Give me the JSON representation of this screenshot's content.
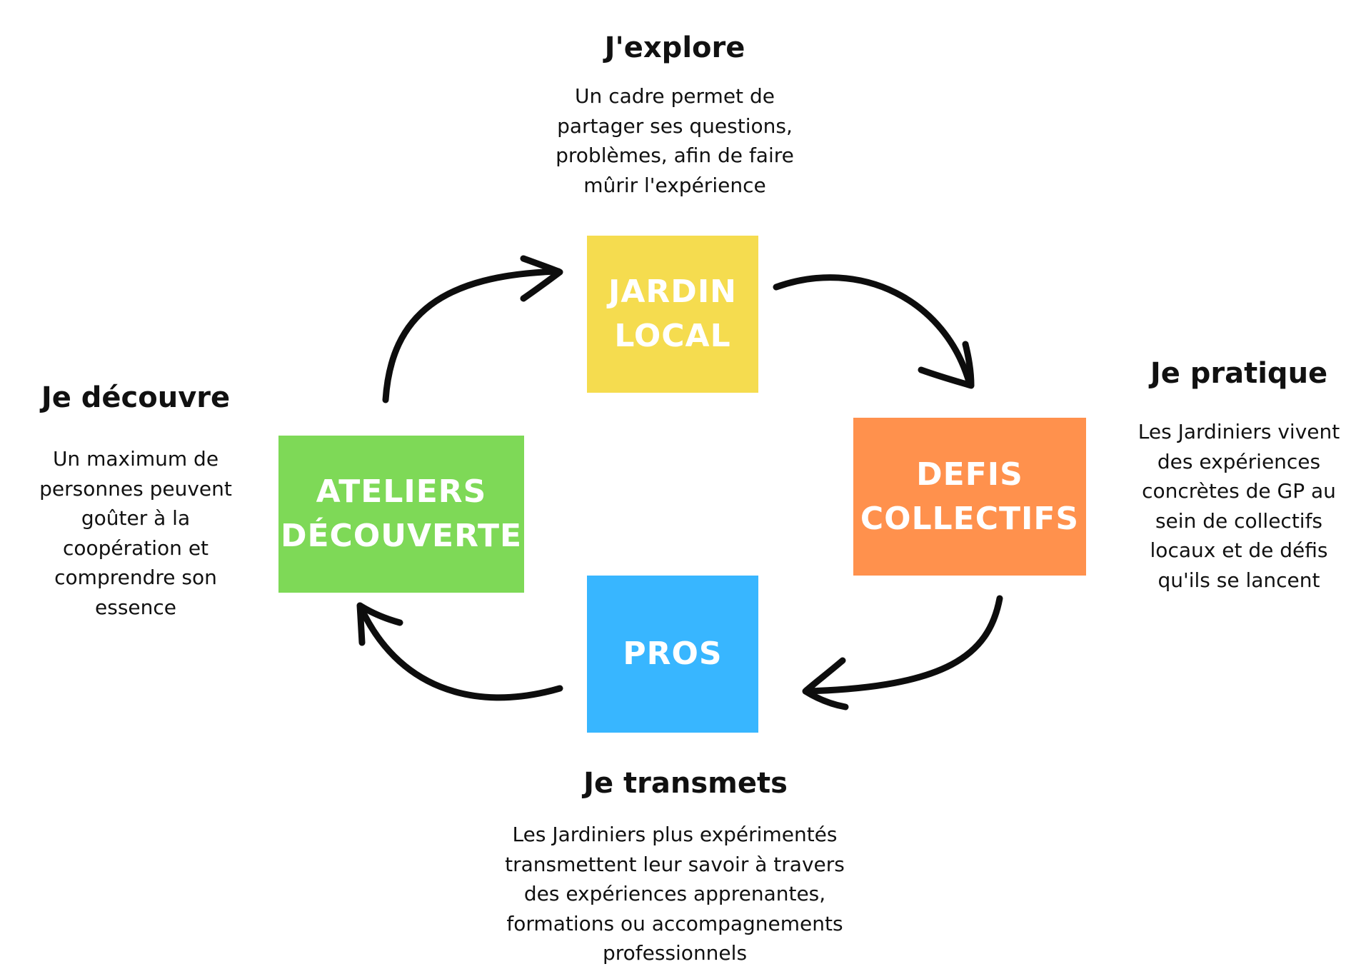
{
  "colors": {
    "jardin_local": "#F5DC4F",
    "defis_collectifs": "#FF914D",
    "pros": "#38B6FF",
    "ateliers_decouverte": "#7ED957",
    "arrow": "#0D0D0D"
  },
  "boxes": {
    "jardin_local": "JARDIN\nLOCAL",
    "defis_collectifs": "DEFIS\nCOLLECTIFS",
    "pros": "PROS",
    "ateliers_decouverte": "ATELIERS\nDÉCOUVERTE"
  },
  "stages": {
    "explore": {
      "title": "J'explore",
      "text": "Un cadre permet de\npartager ses questions,\nproblèmes, afin de faire\nmûrir l'expérience"
    },
    "pratique": {
      "title": "Je pratique",
      "text": "Les Jardiniers vivent\ndes expériences\nconcrètes de GP au\nsein de collectifs\nlocaux et de défis\nqu'ils se lancent"
    },
    "transmets": {
      "title": "Je transmets",
      "text": "Les Jardiniers plus expérimentés\ntransmettent leur savoir à travers\ndes expériences apprenantes,\nformations ou accompagnements\nprofessionnels"
    },
    "decouvre": {
      "title": "Je découvre",
      "text": "Un maximum de\npersonnes peuvent\ngoûter à la\ncoopération et\ncomprendre son\nessence"
    }
  },
  "arrows": [
    {
      "from": "ateliers_decouverte",
      "to": "jardin_local"
    },
    {
      "from": "jardin_local",
      "to": "defis_collectifs"
    },
    {
      "from": "defis_collectifs",
      "to": "pros"
    },
    {
      "from": "pros",
      "to": "ateliers_decouverte"
    }
  ]
}
